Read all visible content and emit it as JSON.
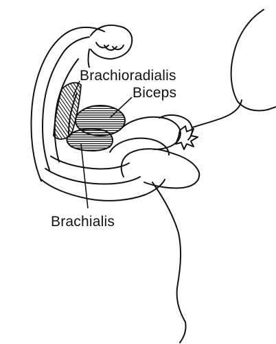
{
  "labels": {
    "brachioradialis": "Brachioradialis",
    "biceps": "Biceps",
    "brachialis": "Brachialis"
  },
  "colors": {
    "ink": "#111111",
    "background": "#ffffff"
  }
}
